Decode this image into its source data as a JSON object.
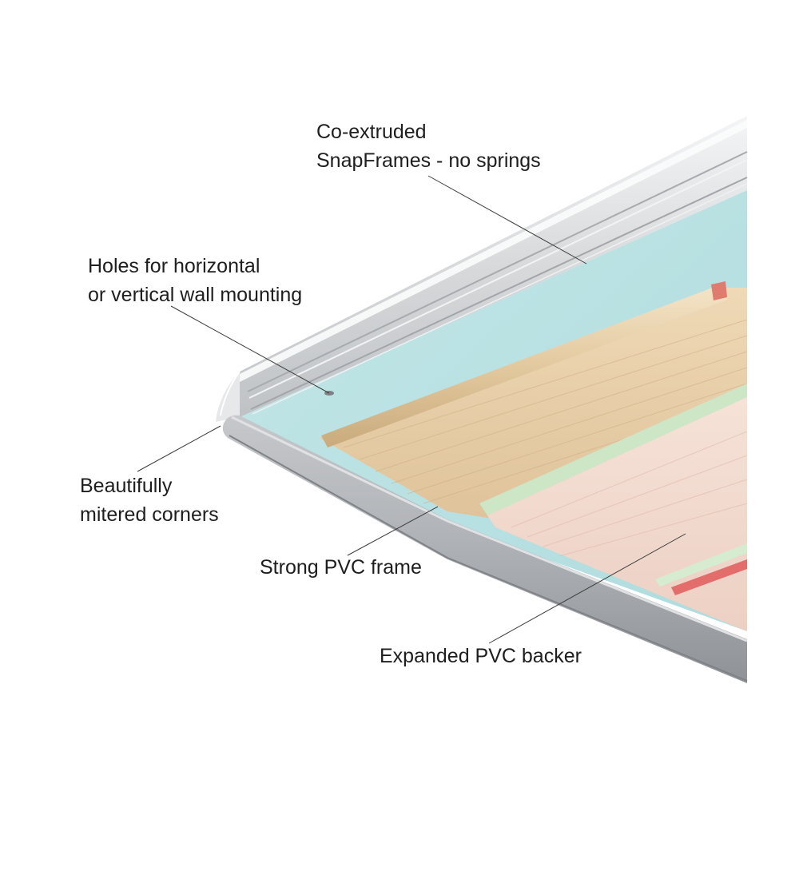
{
  "callouts": {
    "coextruded": {
      "line1": "Co-extruded",
      "line2": "SnapFrames - no springs"
    },
    "holes": {
      "line1": "Holes for horizontal",
      "line2": "or vertical wall mounting"
    },
    "mitered": {
      "line1": "Beautifully",
      "line2": "mitered corners"
    },
    "pvc_frame": {
      "line1": "Strong PVC frame"
    },
    "backer": {
      "line1": "Expanded PVC backer"
    }
  },
  "colors": {
    "frame_silver": "#c9cbce",
    "frame_front": "#a9acb0",
    "poster_sky": "#b9e2e4",
    "paper_tan": "#e7cfa8",
    "paper_pink": "#f1d8cf",
    "stripe_green": "#c9e3c2",
    "stripe_red": "#e36d6a",
    "leader_line": "#3a3a3a",
    "label_text": "#1e1e1e"
  }
}
